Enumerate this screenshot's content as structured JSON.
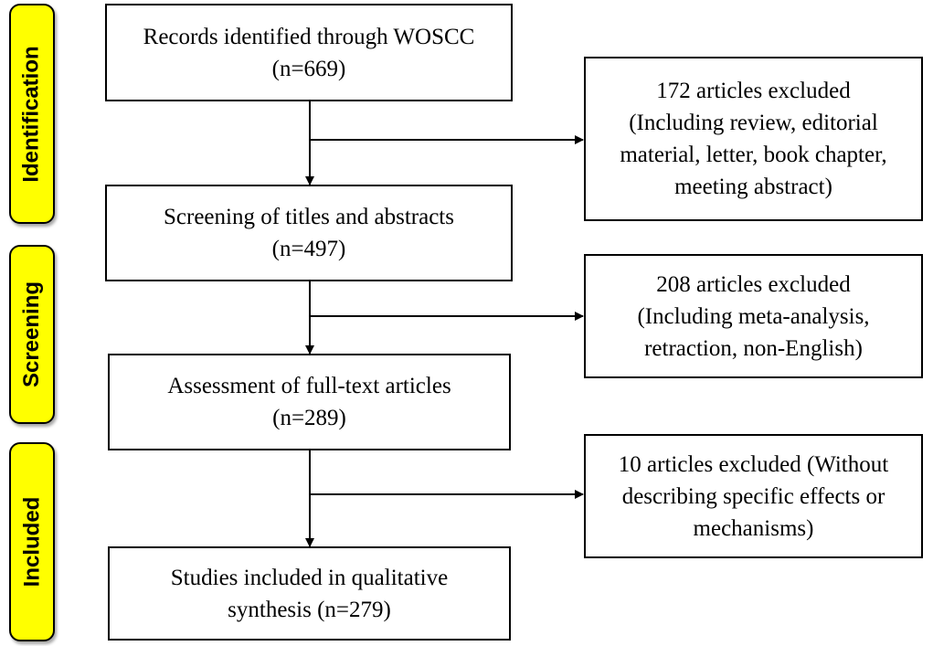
{
  "stages": {
    "identification": "Identification",
    "screening": "Screening",
    "included": "Included"
  },
  "main_boxes": {
    "records": {
      "line1": "Records identified through WOSCC",
      "line2": "(n=669)"
    },
    "screening": {
      "line1": "Screening of titles and abstracts",
      "line2": "(n=497)"
    },
    "assessment": {
      "line1": "Assessment of full-text articles",
      "line2": "(n=289)"
    },
    "included": {
      "line1": "Studies included in qualitative",
      "line2": "synthesis (n=279)"
    }
  },
  "excluded_boxes": {
    "first": {
      "line1": "172 articles excluded",
      "line2": "(Including review, editorial",
      "line3": "material, letter, book chapter,",
      "line4": "meeting abstract)"
    },
    "second": {
      "line1": "208 articles excluded",
      "line2": "(Including meta-analysis,",
      "line3": "retraction, non-English)"
    },
    "third": {
      "line1": "10 articles excluded (Without",
      "line2": "describing specific effects or",
      "line3": "mechanisms)"
    }
  },
  "colors": {
    "stage_fill": "#ffff00",
    "line": "#000000"
  }
}
